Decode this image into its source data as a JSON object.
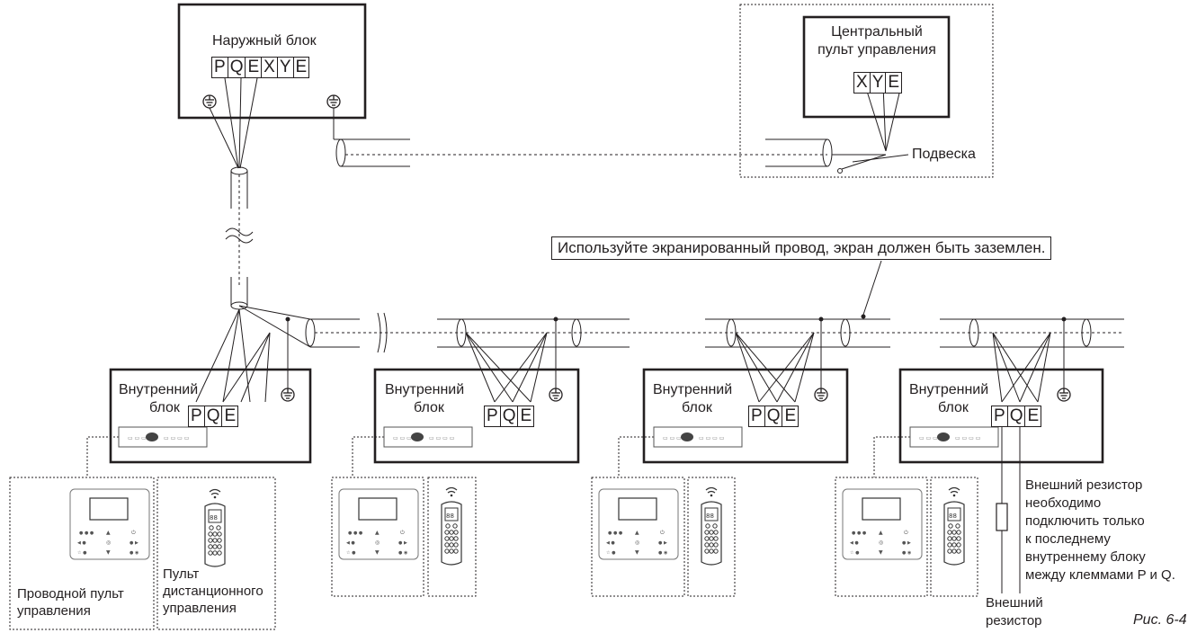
{
  "outdoor_unit": {
    "label": "Наружный блок",
    "terminals": [
      "P",
      "Q",
      "E",
      "X",
      "Y",
      "E"
    ]
  },
  "central_controller": {
    "label_line1": "Центральный",
    "label_line2": "пульт управления",
    "terminals": [
      "X",
      "Y",
      "E"
    ]
  },
  "suspension_label": "Подвеска",
  "shield_note": "Используйте экранированный провод, экран должен быть заземлен.",
  "indoor_units": [
    {
      "label_line1": "Внутренний",
      "label_line2": "блок",
      "terminals": [
        "P",
        "Q",
        "E"
      ]
    },
    {
      "label_line1": "Внутренний",
      "label_line2": "блок",
      "terminals": [
        "P",
        "Q",
        "E"
      ]
    },
    {
      "label_line1": "Внутренний",
      "label_line2": "блок",
      "terminals": [
        "P",
        "Q",
        "E"
      ]
    },
    {
      "label_line1": "Внутренний",
      "label_line2": "блок",
      "terminals": [
        "P",
        "Q",
        "E"
      ]
    }
  ],
  "wired_controller_label": {
    "line1": "Проводной пульт",
    "line2": "управления"
  },
  "remote_controller_label": {
    "line1": "Пульт",
    "line2": "дистанционного",
    "line3": "управления"
  },
  "resistor_note": [
    "Внешний резистор",
    "необходимо",
    "подключить только",
    "к последнему",
    "внутреннему блоку",
    "между клеммами P и Q."
  ],
  "resistor_label": {
    "line1": "Внешний",
    "line2": "резистор"
  },
  "figure_caption": "Рис. 6-4"
}
